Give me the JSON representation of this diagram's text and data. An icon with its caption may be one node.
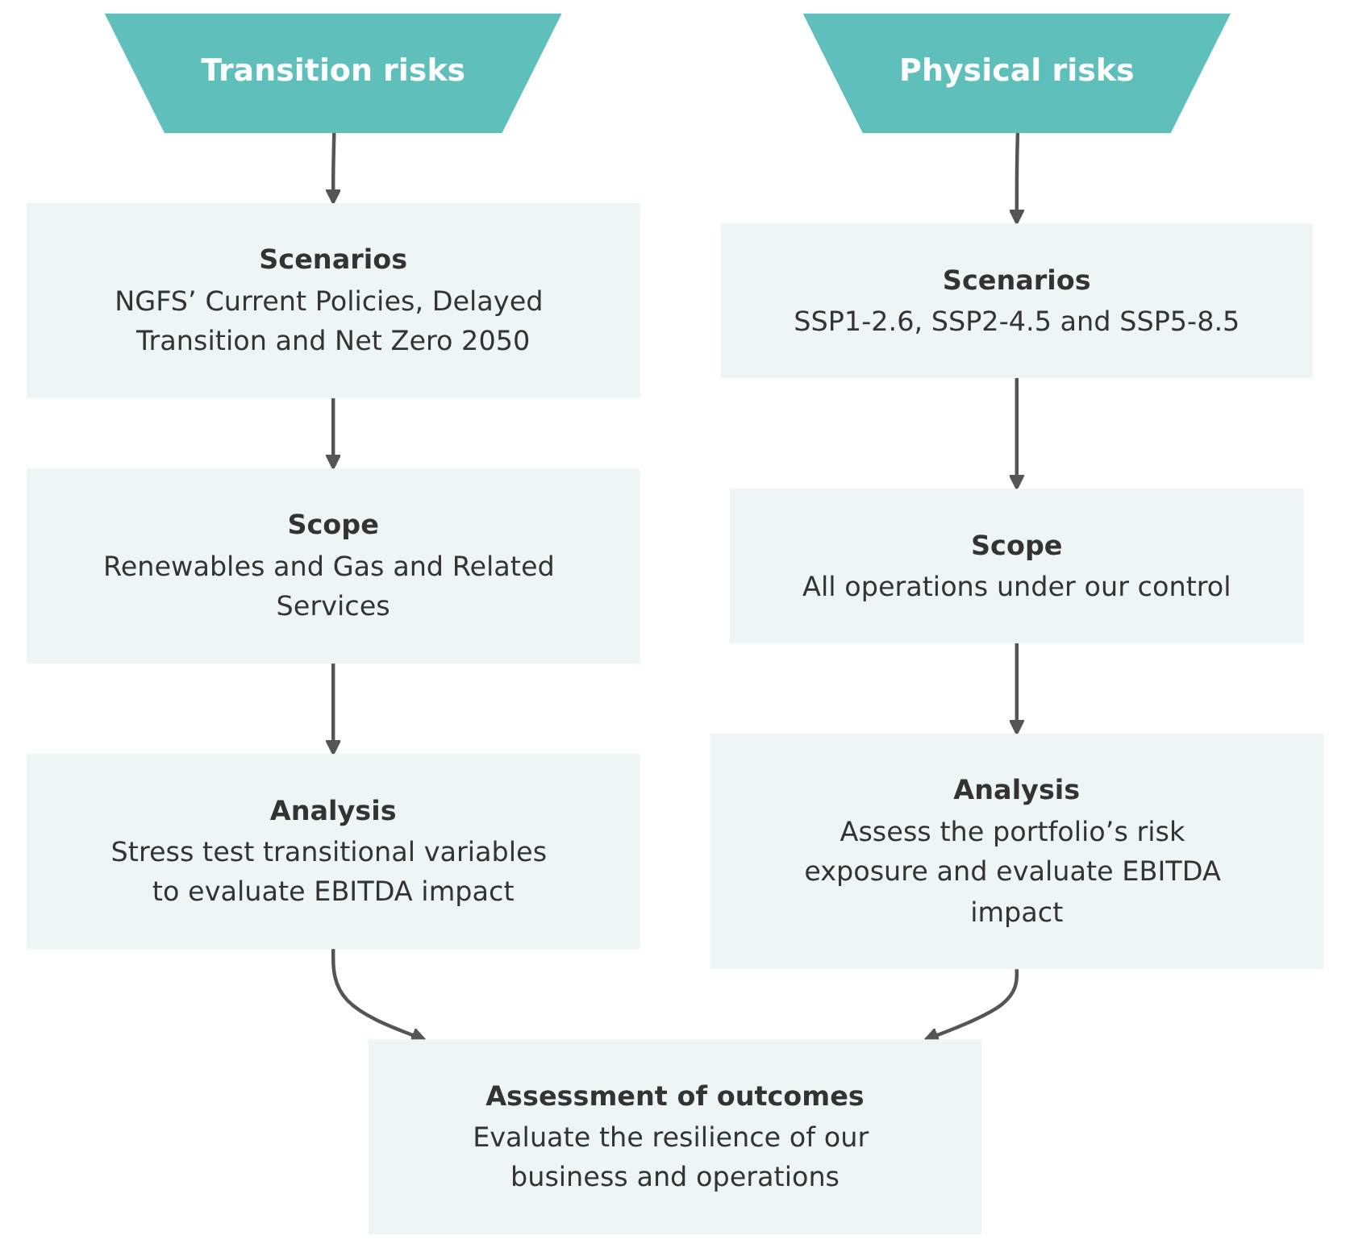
{
  "diagram": {
    "nodes": [
      {
        "text": [
          "Transition risks"
        ]
      },
      {
        "text": [
          "Physical risks"
        ]
      },
      {
        "text": [
          "Scenarios",
          "NGFS’ Current Policies, Delayed Transition and Net Zero 2050"
        ]
      },
      {
        "text": [
          "Scenarios",
          "SSP1-2.6, SSP2-4.5 and SSP5-8.5"
        ]
      },
      {
        "text": [
          "Scope",
          "Renewables and Gas and Related Services"
        ]
      },
      {
        "text": [
          "Scope",
          "All operations under our control"
        ]
      },
      {
        "text": [
          "Analysis",
          "Stress test transitional variables to evaluate EBITDA impact"
        ]
      },
      {
        "text": [
          "Analysis",
          "Assess the portfolio’s risk exposure and evaluate EBITDA impact"
        ]
      },
      {
        "text": [
          "Assessment of outcomes",
          "Evaluate the resilience of our business and operations"
        ]
      }
    ],
    "edges": [
      {
        "from": 0,
        "to": 2,
        "arrow": "to"
      },
      {
        "from": 1,
        "to": 3,
        "arrow": "to"
      },
      {
        "from": 2,
        "to": 4,
        "arrow": "to"
      },
      {
        "from": 3,
        "to": 5,
        "arrow": "to"
      },
      {
        "from": 4,
        "to": 6,
        "arrow": "to"
      },
      {
        "from": 5,
        "to": 7,
        "arrow": "to"
      },
      {
        "from": 6,
        "to": 8,
        "arrow": "to"
      },
      {
        "from": 7,
        "to": 8,
        "arrow": "to"
      }
    ]
  }
}
